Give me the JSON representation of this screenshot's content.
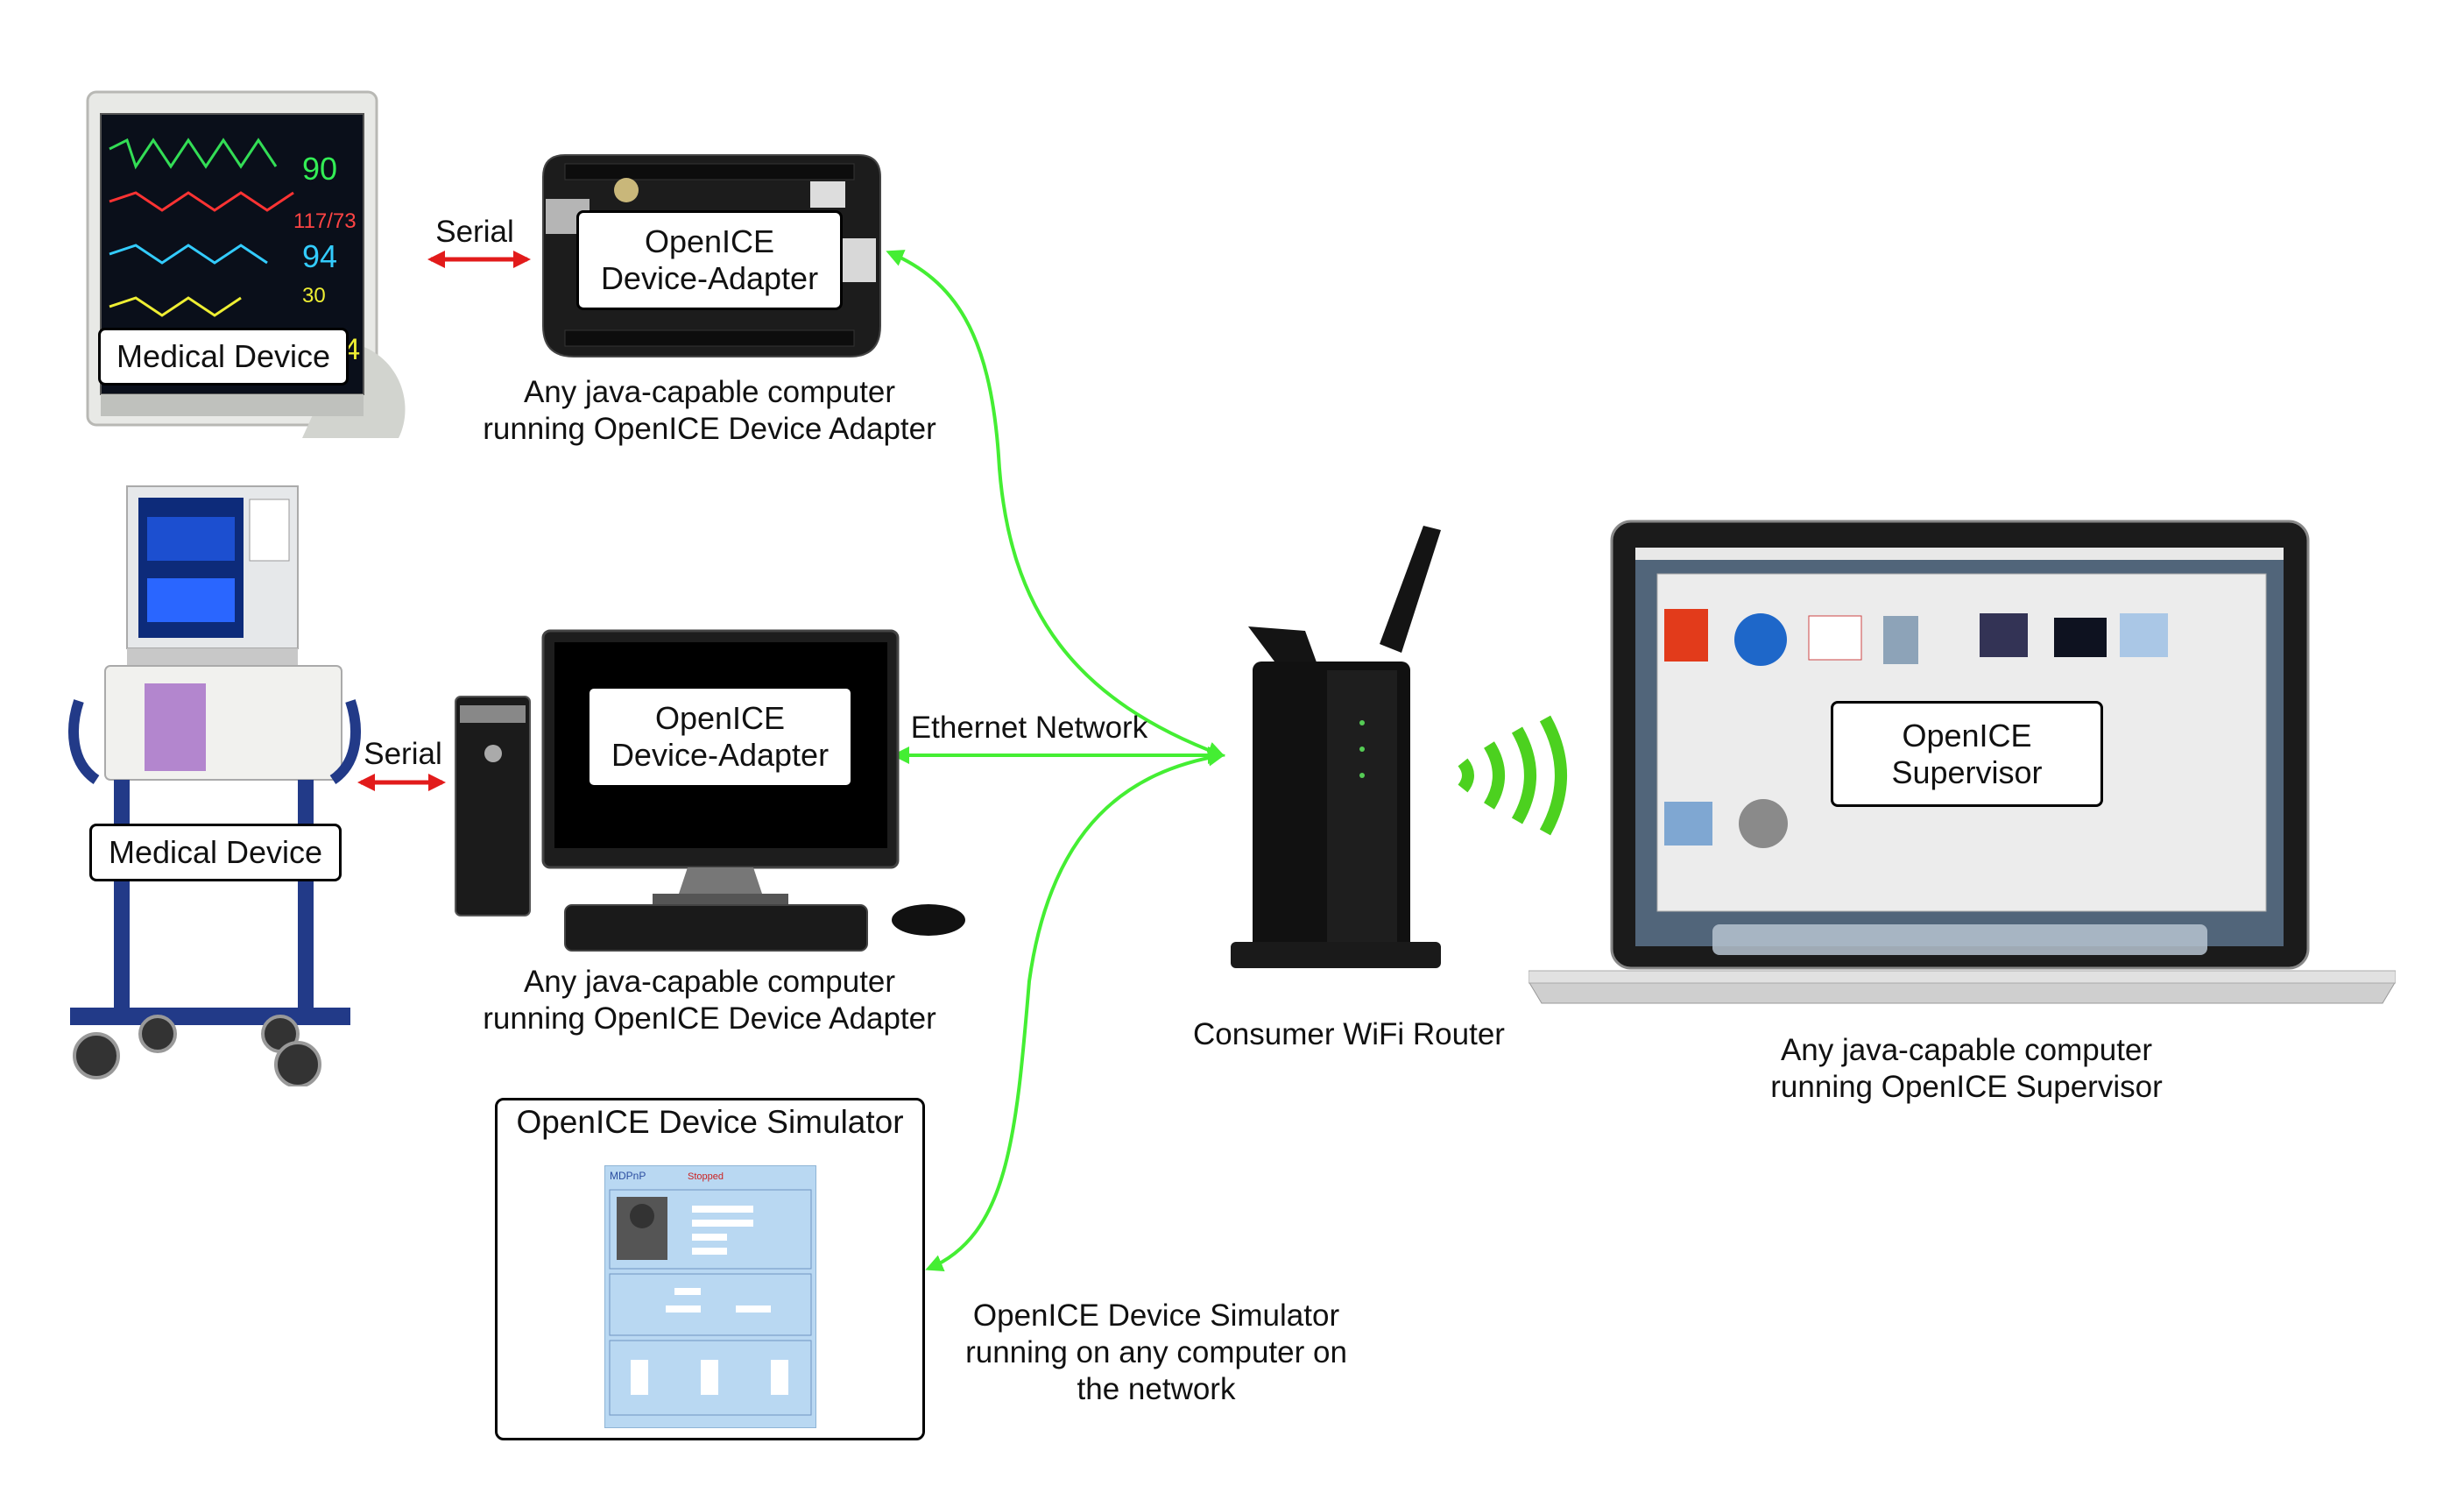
{
  "connections": {
    "serial_top": "Serial",
    "serial_bottom": "Serial",
    "ethernet": "Ethernet Network"
  },
  "nodes": {
    "medical_device_1": "Medical Device",
    "medical_device_2": "Medical Device",
    "adapter_board_label": [
      "OpenICE",
      "Device-Adapter"
    ],
    "adapter_pc_label": [
      "OpenICE",
      "Device-Adapter"
    ],
    "supervisor_label": [
      "OpenICE",
      "Supervisor"
    ],
    "simulator_title": "OpenICE Device Simulator"
  },
  "captions": {
    "adapter_board": [
      "Any java-capable computer",
      "running OpenICE Device Adapter"
    ],
    "adapter_pc": [
      "Any java-capable computer",
      "running OpenICE Device Adapter"
    ],
    "router": "Consumer WiFi Router",
    "supervisor": [
      "Any java-capable computer",
      "running OpenICE Supervisor"
    ],
    "simulator": [
      "OpenICE Device Simulator",
      "running on any computer on",
      "the network"
    ]
  },
  "colors": {
    "network_link": "#44ee33",
    "serial_link": "#e21b1b",
    "wifi": "#4cd11f"
  },
  "icons": {
    "patient_monitor": "patient-monitor-icon",
    "beaglebone_board": "single-board-computer-icon",
    "ventilator": "ventilator-cart-icon",
    "desktop_pc": "desktop-computer-icon",
    "router": "wifi-router-icon",
    "wifi_waves": "wifi-signal-icon",
    "laptop": "laptop-icon",
    "simulator_screen": "simulator-window-icon"
  }
}
